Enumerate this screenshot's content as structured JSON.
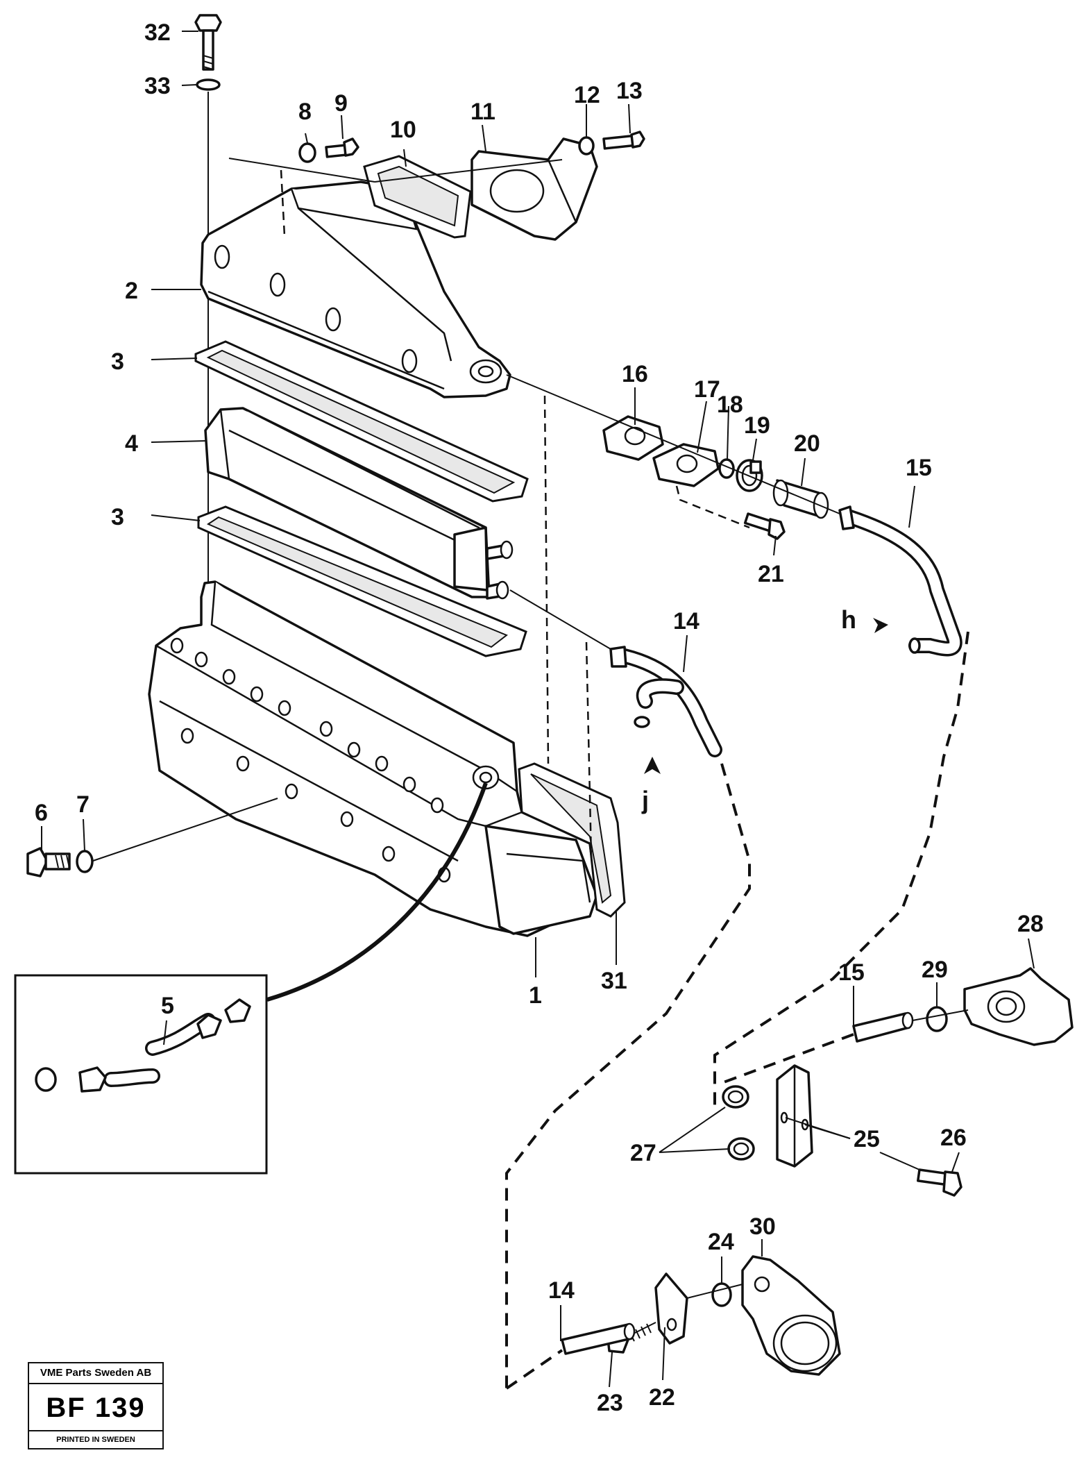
{
  "diagram": {
    "callouts": [
      {
        "id": "c32",
        "label": "32"
      },
      {
        "id": "c33",
        "label": "33"
      },
      {
        "id": "c8",
        "label": "8"
      },
      {
        "id": "c9",
        "label": "9"
      },
      {
        "id": "c10",
        "label": "10"
      },
      {
        "id": "c11",
        "label": "11"
      },
      {
        "id": "c12",
        "label": "12"
      },
      {
        "id": "c13",
        "label": "13"
      },
      {
        "id": "c2",
        "label": "2"
      },
      {
        "id": "c3a",
        "label": "3"
      },
      {
        "id": "c4",
        "label": "4"
      },
      {
        "id": "c3b",
        "label": "3"
      },
      {
        "id": "c16",
        "label": "16"
      },
      {
        "id": "c17",
        "label": "17"
      },
      {
        "id": "c18",
        "label": "18"
      },
      {
        "id": "c19",
        "label": "19"
      },
      {
        "id": "c20",
        "label": "20"
      },
      {
        "id": "c15a",
        "label": "15"
      },
      {
        "id": "c21",
        "label": "21"
      },
      {
        "id": "c14a",
        "label": "14"
      },
      {
        "id": "c6",
        "label": "6"
      },
      {
        "id": "c7",
        "label": "7"
      },
      {
        "id": "c5",
        "label": "5"
      },
      {
        "id": "c1",
        "label": "1"
      },
      {
        "id": "c31",
        "label": "31"
      },
      {
        "id": "c28",
        "label": "28"
      },
      {
        "id": "c15b",
        "label": "15"
      },
      {
        "id": "c29",
        "label": "29"
      },
      {
        "id": "c27",
        "label": "27"
      },
      {
        "id": "c25",
        "label": "25"
      },
      {
        "id": "c26",
        "label": "26"
      },
      {
        "id": "c30",
        "label": "30"
      },
      {
        "id": "c24",
        "label": "24"
      },
      {
        "id": "c14b",
        "label": "14"
      },
      {
        "id": "c23",
        "label": "23"
      },
      {
        "id": "c22",
        "label": "22"
      }
    ],
    "flow_letters": [
      {
        "id": "lh",
        "label": "h"
      },
      {
        "id": "lj",
        "label": "j"
      }
    ]
  },
  "titleblock": {
    "company": "VME Parts Sweden AB",
    "code": "BF 139",
    "printed": "PRINTED IN SWEDEN"
  }
}
